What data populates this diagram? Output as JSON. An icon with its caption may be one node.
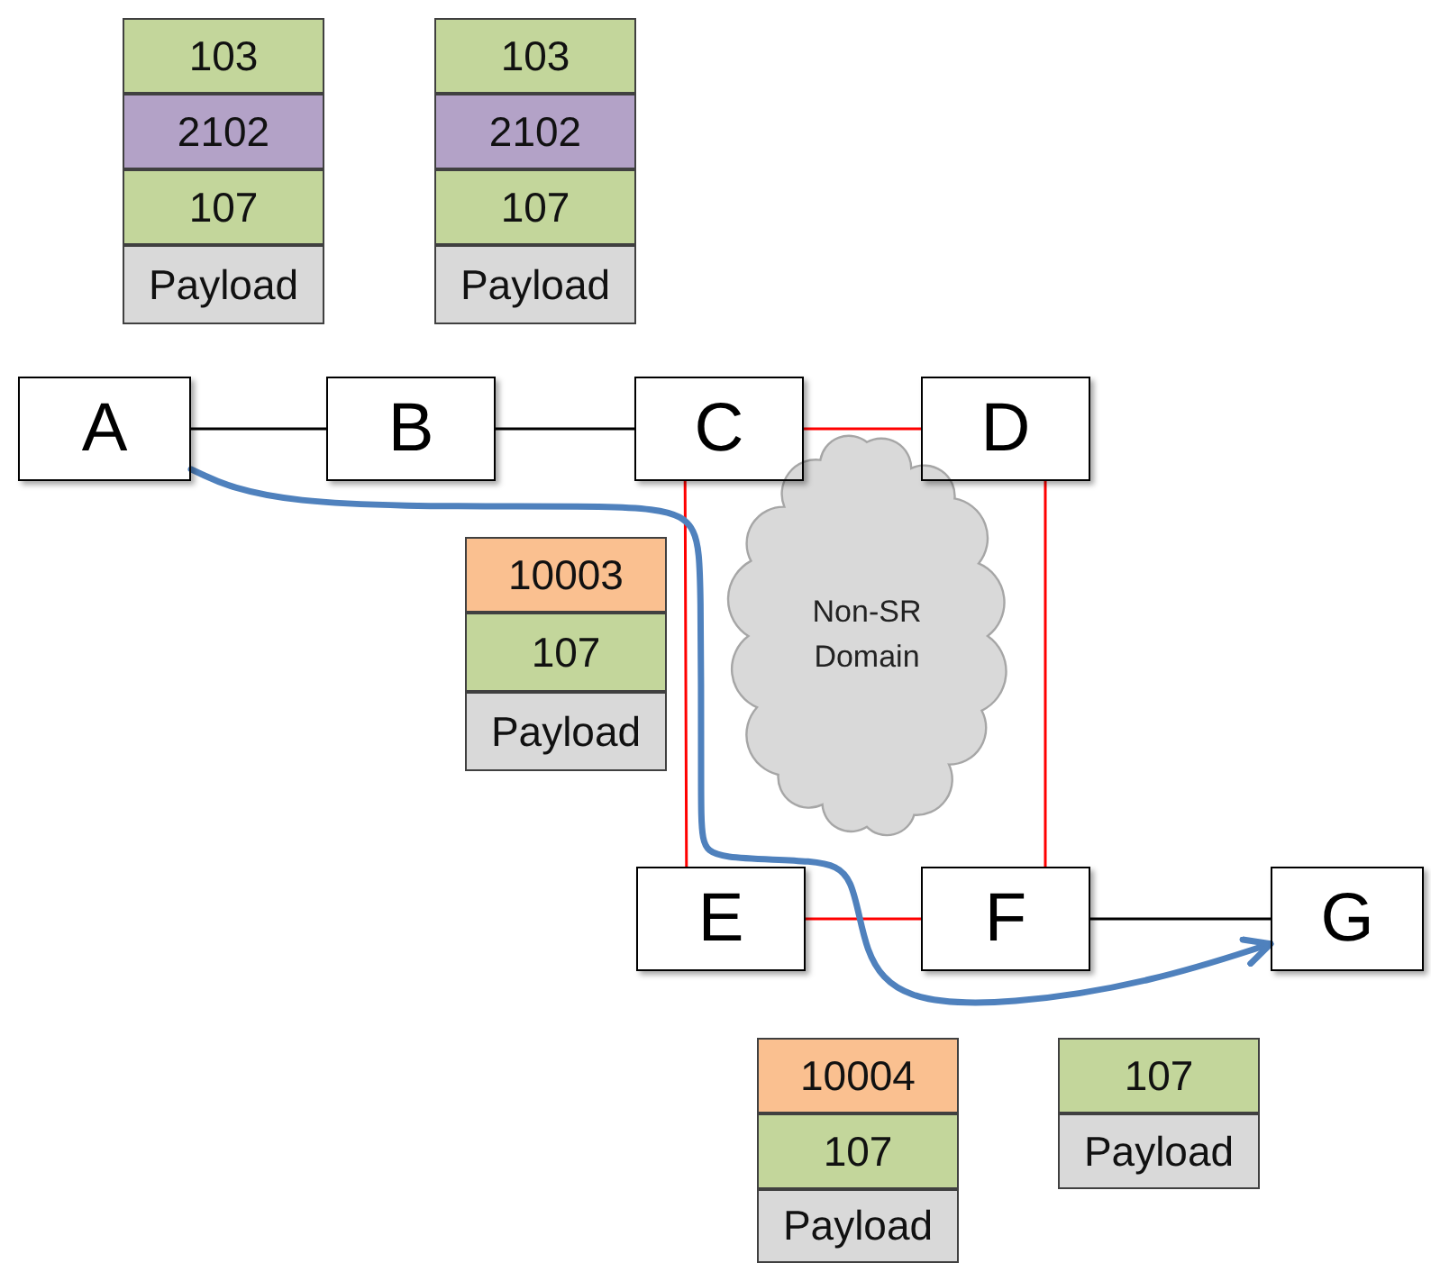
{
  "diagram": {
    "nodes": [
      {
        "text": [
          "103"
        ]
      },
      {
        "text": [
          "2102"
        ]
      },
      {
        "text": [
          "107"
        ]
      },
      {
        "text": [
          "Payload"
        ]
      },
      {
        "text": [
          "103"
        ]
      },
      {
        "text": [
          "2102"
        ]
      },
      {
        "text": [
          "107"
        ]
      },
      {
        "text": [
          "Payload"
        ]
      },
      {
        "text": [
          "A"
        ]
      },
      {
        "text": [
          "B"
        ]
      },
      {
        "text": [
          "C"
        ]
      },
      {
        "text": [
          "D"
        ]
      },
      {
        "text": [
          "Non-SR Domain"
        ]
      },
      {
        "text": [
          "10003"
        ]
      },
      {
        "text": [
          "107"
        ]
      },
      {
        "text": [
          "Payload"
        ]
      },
      {
        "text": [
          "E"
        ]
      },
      {
        "text": [
          "F"
        ]
      },
      {
        "text": [
          "G"
        ]
      },
      {
        "text": [
          "10004"
        ]
      },
      {
        "text": [
          "107"
        ]
      },
      {
        "text": [
          "Payload"
        ]
      },
      {
        "text": [
          "107"
        ]
      },
      {
        "text": [
          "Payload"
        ]
      }
    ],
    "edges": [
      {
        "from": 8,
        "to": 9,
        "arrow": "none",
        "color": "#000000"
      },
      {
        "from": 9,
        "to": 10,
        "arrow": "none",
        "color": "#000000"
      },
      {
        "from": 10,
        "to": 11,
        "arrow": "none",
        "color": "#ff0000"
      },
      {
        "from": 10,
        "to": 16,
        "arrow": "none",
        "color": "#ff0000"
      },
      {
        "from": 11,
        "to": 17,
        "arrow": "none",
        "color": "#ff0000"
      },
      {
        "from": 16,
        "to": 17,
        "arrow": "none",
        "color": "#ff0000"
      },
      {
        "from": 17,
        "to": 18,
        "arrow": "none",
        "color": "#000000"
      },
      {
        "from": 8,
        "to": 18,
        "arrow": "to",
        "style": "thick",
        "color": "#4f81bd"
      }
    ]
  }
}
